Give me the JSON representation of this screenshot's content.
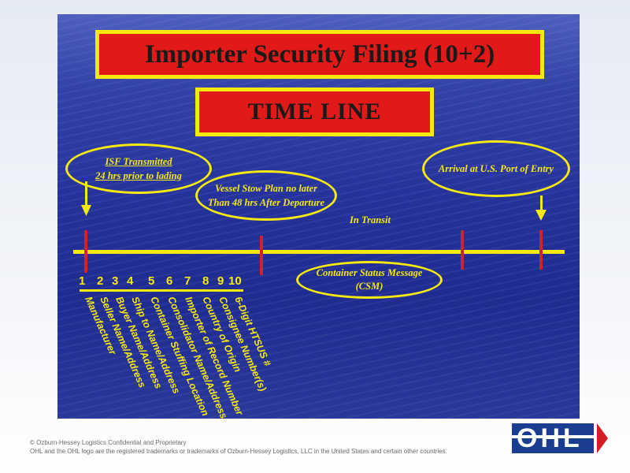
{
  "title": "Importer Security Filing (10+2)",
  "subtitle": "TIME LINE",
  "events": {
    "isf_transmitted": {
      "line1": "ISF Transmitted",
      "line2": "24 hrs prior to lading"
    },
    "vessel_stow": {
      "line1": "Vessel Stow Plan no later",
      "line2": "Than 48 hrs After Departure"
    },
    "in_transit": "In Transit",
    "arrival": "Arrival at U.S. Port of Entry",
    "csm": {
      "line1": "Container Status Message",
      "line2": "(CSM)"
    }
  },
  "items": [
    {
      "num": "1",
      "label": "Manufacturer"
    },
    {
      "num": "2",
      "label": "Seller Name/Address"
    },
    {
      "num": "3",
      "label": "Buyer Name/Address"
    },
    {
      "num": "4",
      "label": "Ship to Name/Address"
    },
    {
      "num": "5",
      "label": "Container Stuffing Location"
    },
    {
      "num": "6",
      "label": "Consolidator Name/Address"
    },
    {
      "num": "7",
      "label": "Importer of Record Number"
    },
    {
      "num": "8",
      "label": "Country of Origin"
    },
    {
      "num": "9",
      "label": "Consignee Number(s)"
    },
    {
      "num": "10",
      "label": "6-Digit HTSUS #"
    }
  ],
  "footer": {
    "line1": "© Ozburn-Hessey Logistics   Confidential and Proprietary",
    "line2": "OHL and the OHL logo are the registered trademarks or trademarks of Ozburn-Hessey Logistics, LLC in the United States and certain other countries."
  },
  "logo": {
    "text": "OHL"
  },
  "colors": {
    "accent_yellow": "#f5e90f",
    "accent_red": "#e11919",
    "background_blue": "#25329b",
    "logo_blue": "#1a3d8f",
    "logo_red": "#d21f26"
  }
}
